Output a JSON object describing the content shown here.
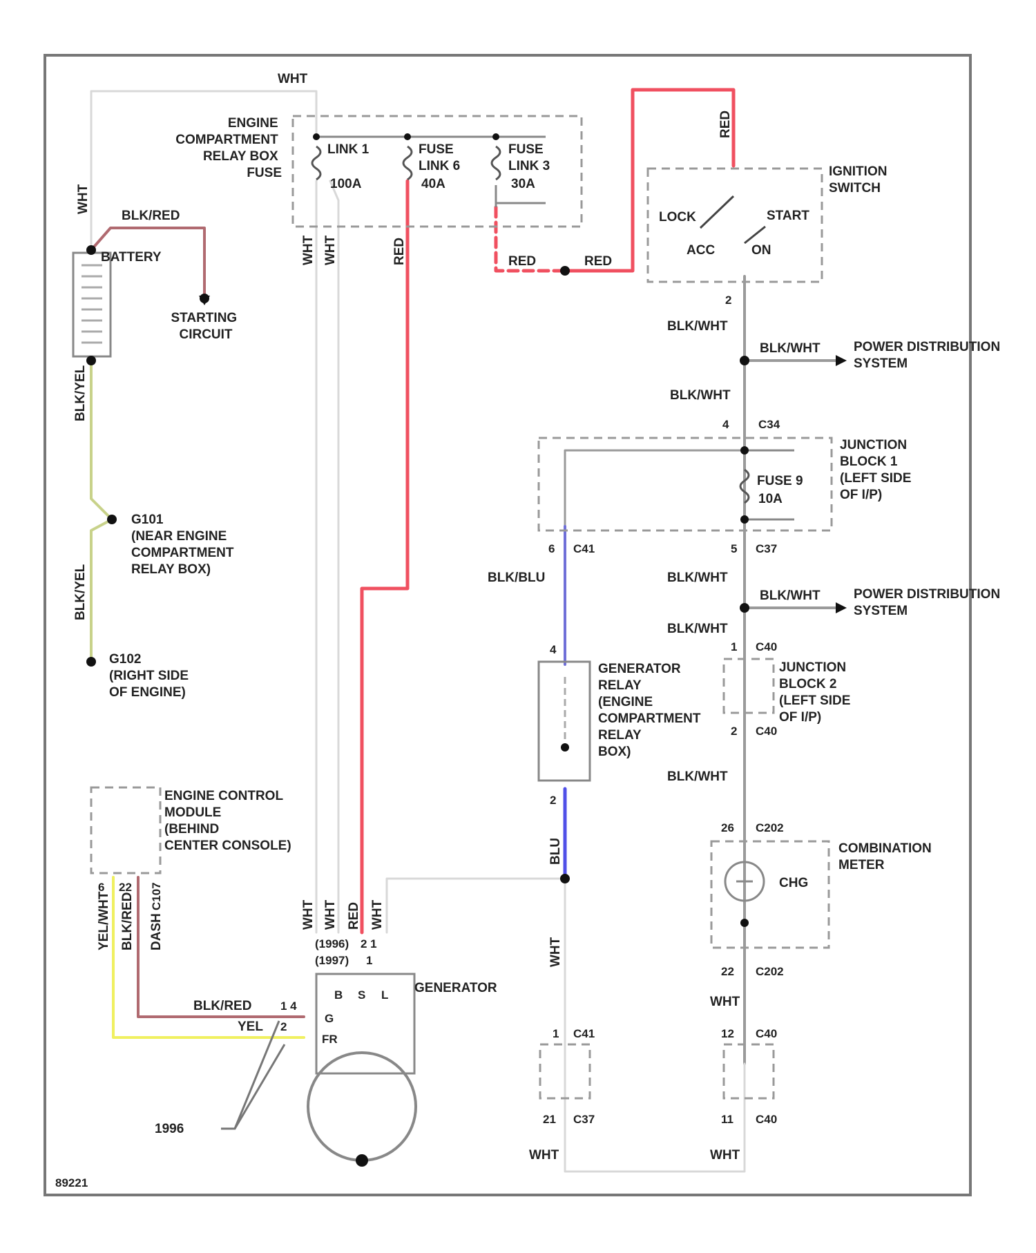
{
  "diagram_id": "89221",
  "colors": {
    "wht": "#d8d8d8",
    "red": "#f05060",
    "blk_red": "#b06a70",
    "blk_yel": "#c8d28a",
    "blk_wht": "#9a9a9a",
    "blk_blu": "#7070d8",
    "blu": "#5050e8",
    "yel": "#f0f060"
  },
  "wires": {
    "wht": "WHT",
    "red": "RED",
    "blk_red": "BLK/RED",
    "blk_yel": "BLK/YEL",
    "blk_wht": "BLK/WHT",
    "blk_blu": "BLK/BLU",
    "blu": "BLU",
    "yel": "YEL",
    "yel_wht": "YEL/WHT",
    "dash": "DASH"
  },
  "components": {
    "battery": "BATTERY",
    "starting_circuit": [
      "STARTING",
      "CIRCUIT"
    ],
    "relay_box": [
      "ENGINE",
      "COMPARTMENT",
      "RELAY BOX",
      "FUSE"
    ],
    "link1": [
      "LINK 1",
      "100A"
    ],
    "link6": [
      "FUSE",
      "LINK 6",
      "40A"
    ],
    "link3": [
      "FUSE",
      "LINK 3",
      "30A"
    ],
    "ignition_switch": [
      "IGNITION",
      "SWITCH"
    ],
    "lock": "LOCK",
    "start": "START",
    "acc": "ACC",
    "on": "ON",
    "power_dist": [
      "POWER DISTRIBUTION",
      "SYSTEM"
    ],
    "junction1": [
      "JUNCTION",
      "BLOCK 1",
      "(LEFT SIDE",
      "OF I/P)"
    ],
    "fuse9": [
      "FUSE 9",
      "10A"
    ],
    "junction2": [
      "JUNCTION",
      "BLOCK 2",
      "(LEFT SIDE",
      "OF I/P)"
    ],
    "gen_relay": [
      "GENERATOR",
      "RELAY",
      "(ENGINE",
      "COMPARTMENT",
      "RELAY",
      "BOX)"
    ],
    "g101": [
      "G101",
      "(NEAR ENGINE",
      "COMPARTMENT",
      "RELAY BOX)"
    ],
    "g102": [
      "G102",
      "(RIGHT SIDE",
      "OF ENGINE)"
    ],
    "ecm": [
      "ENGINE CONTROL",
      "MODULE",
      "(BEHIND",
      "CENTER CONSOLE)"
    ],
    "combination_meter": [
      "COMBINATION",
      "METER"
    ],
    "chg": "CHG",
    "generator": "GENERATOR",
    "gen_terminals": [
      "B",
      "S",
      "L"
    ],
    "gen_g": "G",
    "gen_fr": "FR",
    "conn_1996": "(1996)",
    "conn_1997": "(1997)",
    "note_1996": "1996",
    "c107_ecm": "C107"
  },
  "connectors": {
    "c2": "2",
    "c4": "4",
    "c34": "C34",
    "c6": "6",
    "c41": "C41",
    "c5": "5",
    "c37": "C37",
    "c1": "1",
    "c40": "C40",
    "c2b": "2",
    "c40b": "C40",
    "c4r": "4",
    "c2r": "2",
    "c26": "26",
    "c202": "C202",
    "c22": "22",
    "c202b": "C202",
    "c1a": "1",
    "c41b": "C41",
    "c12": "12",
    "c40c": "C40",
    "c21": "21",
    "c37b": "C37",
    "c11": "11",
    "c40d": "C40",
    "ecm_p6": "6",
    "ecm_p22": "22",
    "gen_14": "1 4",
    "gen_2": "2",
    "gen_21": "2 1",
    "gen_1": "1"
  }
}
